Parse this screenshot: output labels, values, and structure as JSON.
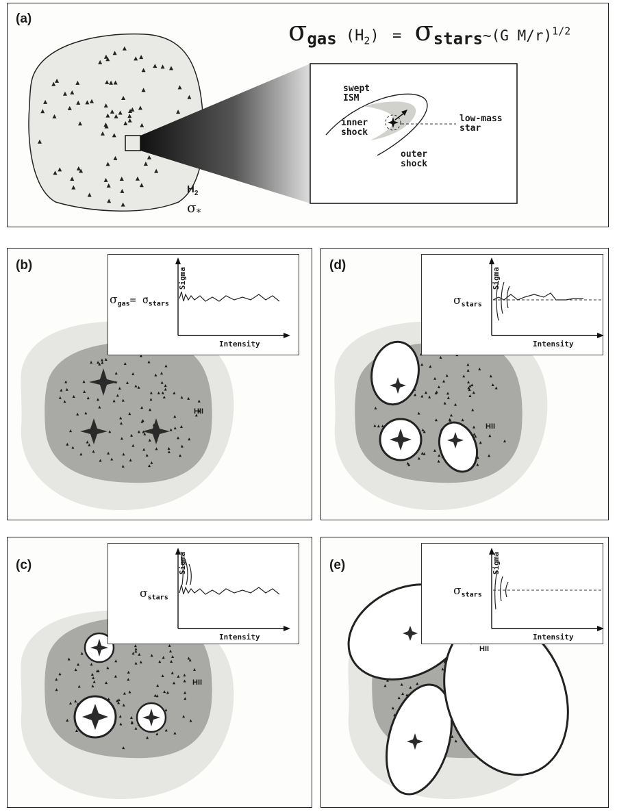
{
  "panel_a": {
    "label": "(a)",
    "formula": {
      "sigma": "σ",
      "gas_sub": "gas",
      "h2_open": "(H",
      "h2_sub": "2",
      "h2_close": ")",
      "equals": "=",
      "sigma2": "σ",
      "stars_sub": "stars",
      "tail": "~(G M/r)",
      "exponent": "1/2"
    },
    "cloud_label_h": "H",
    "cloud_label_h_sub": "2",
    "cloud_label_sigma": "σ",
    "cloud_label_sigma_sub": "*",
    "zoom": {
      "swept": "swept",
      "ism": "ISM",
      "inner": "inner",
      "inner_shock": "shock",
      "low_mass": "low-mass",
      "star": "star",
      "outer": "outer",
      "outer_shock": "shock"
    }
  },
  "panel_b": {
    "label": "(b)",
    "hii": "HII",
    "inset": {
      "ylabel": "Sigma",
      "xlabel": "Intensity",
      "sigma_gas": "σ",
      "gas_sub": "gas",
      "equals": "= σ",
      "stars_sub": "stars"
    }
  },
  "panel_c": {
    "label": "(c)",
    "hii": "HII",
    "inset": {
      "ylabel": "Sigma",
      "xlabel": "Intensity",
      "sigma": "σ",
      "stars_sub": "stars"
    }
  },
  "panel_d": {
    "label": "(d)",
    "hii": "HII",
    "inset": {
      "ylabel": "Sigma",
      "xlabel": "Intensity",
      "sigma": "σ",
      "stars_sub": "stars"
    }
  },
  "panel_e": {
    "label": "(e)",
    "hii": "HII",
    "inset": {
      "ylabel": "Sigma",
      "xlabel": "Intensity",
      "sigma": "σ",
      "stars_sub": "stars"
    }
  },
  "colors": {
    "cloud_light": "#e6e6e2",
    "cloud_dark": "#a9a9a5",
    "ink": "#1a1a1a"
  }
}
